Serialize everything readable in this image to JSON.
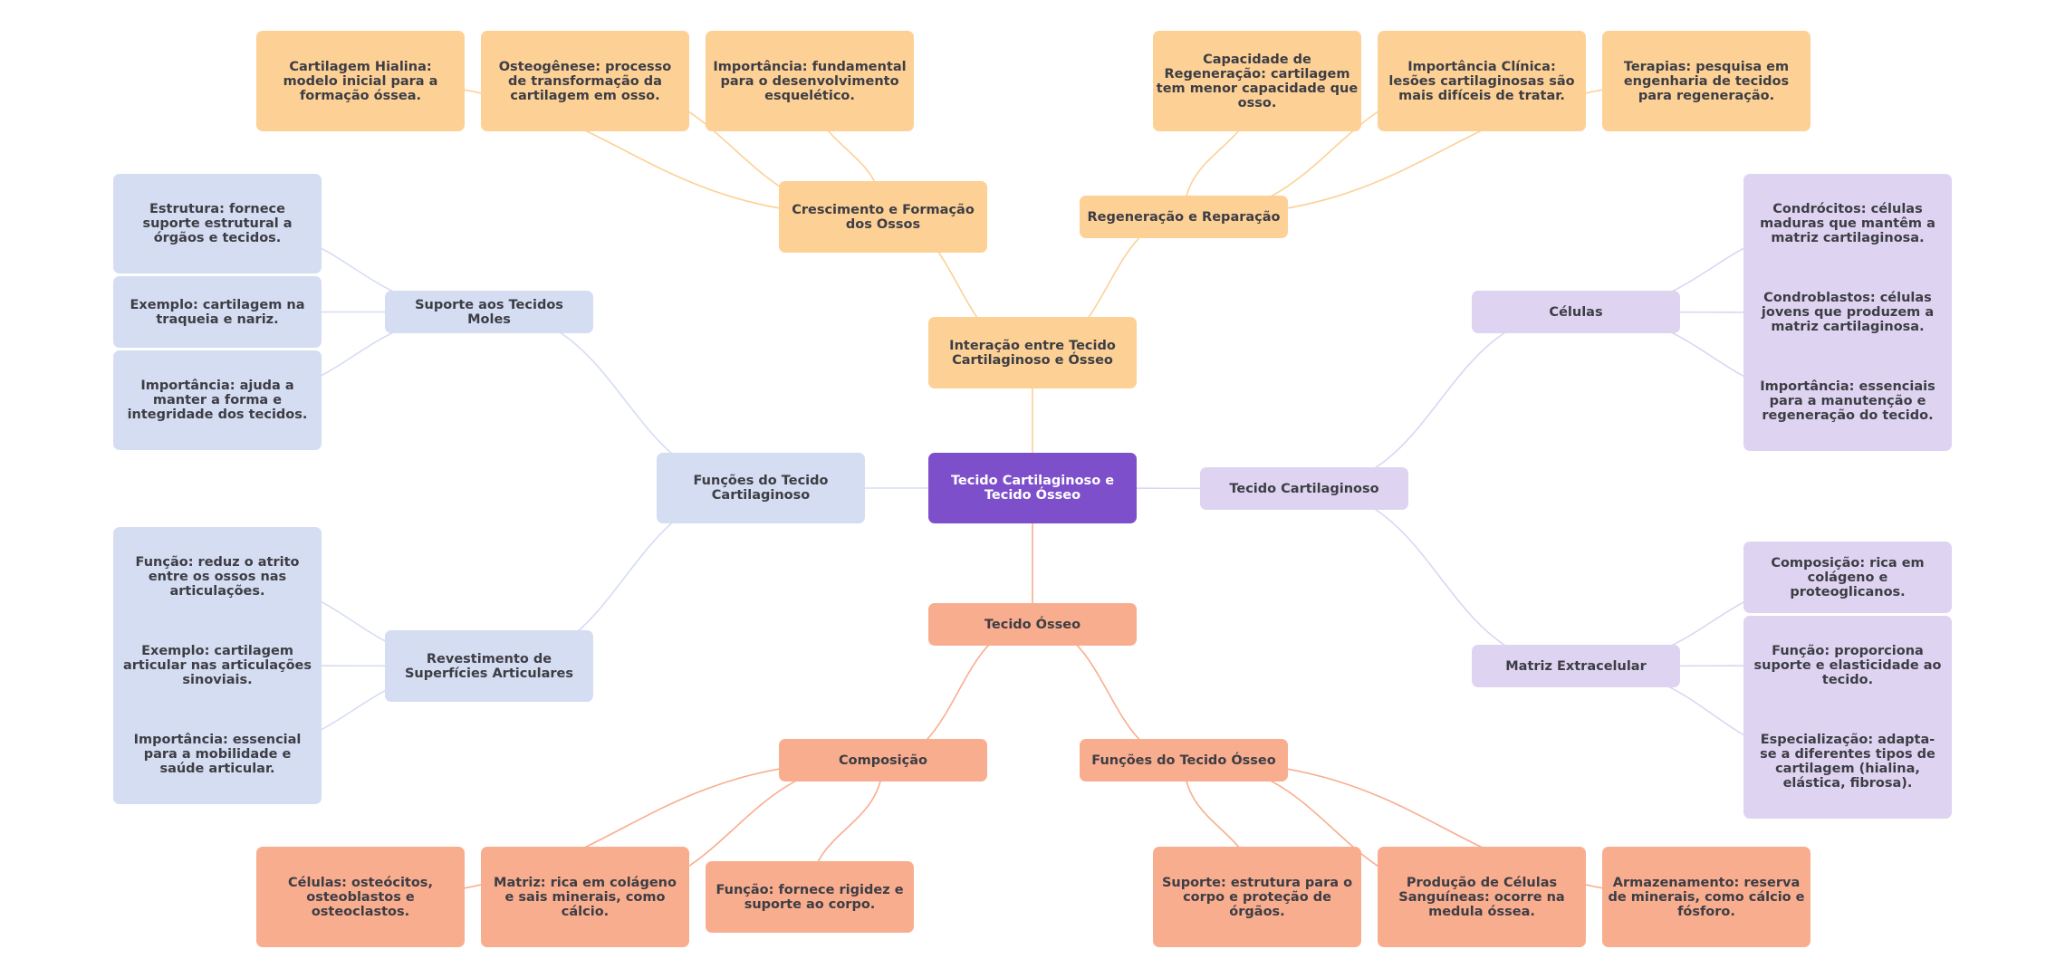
{
  "colors": {
    "root": "#7e4fcb",
    "interaction_branch": "#fdd196",
    "functions_branch": "#d5ddf2",
    "cartilage_branch": "#ded4f1",
    "bone_branch": "#f9ad8f",
    "text": "#3d3d44"
  },
  "root": {
    "label": "Tecido Cartilaginoso e Tecido Ósseo"
  },
  "branches": {
    "interacao": {
      "label": "Interação entre Tecido Cartilaginoso e Ósseo",
      "crescimento": {
        "label": "Crescimento e Formação dos Ossos",
        "leaves": [
          "Cartilagem Hialina: modelo inicial para a formação óssea.",
          "Osteogênese: processo de transformação da cartilagem em osso.",
          "Importância: fundamental para o desenvolvimento esquelético."
        ]
      },
      "regeneracao": {
        "label": "Regeneração e Reparação",
        "leaves": [
          "Capacidade de Regeneração: cartilagem tem menor capacidade que osso.",
          "Importância Clínica: lesões cartilaginosas são mais difíceis de tratar.",
          "Terapias: pesquisa em engenharia de tecidos para regeneração."
        ]
      }
    },
    "funcoes_cartilaginoso": {
      "label": "Funções do Tecido Cartilaginoso",
      "suporte": {
        "label": "Suporte aos Tecidos Moles",
        "leaves": [
          "Estrutura: fornece suporte estrutural a órgãos e tecidos.",
          "Exemplo: cartilagem na traqueia e nariz.",
          "Importância: ajuda a manter a forma e integridade dos tecidos."
        ]
      },
      "revestimento": {
        "label": "Revestimento de Superfícies Articulares",
        "leaves": [
          "Função: reduz o atrito entre os ossos nas articulações.",
          "Exemplo: cartilagem articular nas articulações sinoviais.",
          "Importância: essencial para a mobilidade e saúde articular."
        ]
      }
    },
    "cartilaginoso": {
      "label": "Tecido Cartilaginoso",
      "celulas": {
        "label": "Células",
        "leaves": [
          "Condrócitos: células maduras que mantêm a matriz cartilaginosa.",
          "Condroblastos: células jovens que produzem a matriz cartilaginosa.",
          "Importância: essenciais para a manutenção e regeneração do tecido."
        ]
      },
      "matriz": {
        "label": "Matriz Extracelular",
        "leaves": [
          "Composição: rica em colágeno e proteoglicanos.",
          "Função: proporciona suporte e elasticidade ao tecido.",
          "Especialização: adapta-se a diferentes tipos de cartilagem (hialina, elástica, fibrosa)."
        ]
      }
    },
    "osseo": {
      "label": "Tecido Ósseo",
      "composicao": {
        "label": "Composição",
        "leaves": [
          "Células: osteócitos, osteoblastos e osteoclastos.",
          "Matriz: rica em colágeno e sais minerais, como cálcio.",
          "Função: fornece rigidez e suporte ao corpo."
        ]
      },
      "funcoes": {
        "label": "Funções do Tecido Ósseo",
        "leaves": [
          "Suporte: estrutura para o corpo e proteção de órgãos.",
          "Produção de Células Sanguíneas: ocorre na medula óssea.",
          "Armazenamento: reserva de minerais, como cálcio e fósforo."
        ]
      }
    }
  }
}
